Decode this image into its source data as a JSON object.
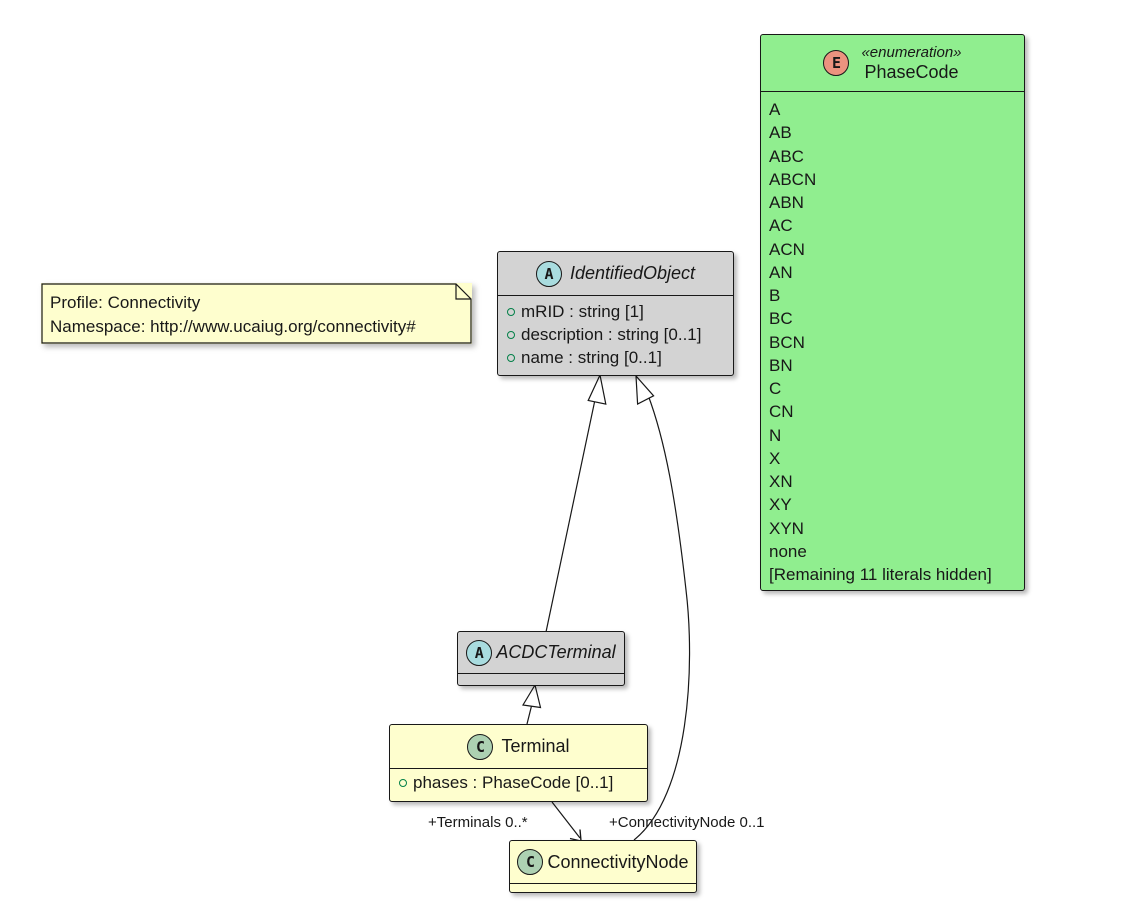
{
  "note": {
    "lines": [
      "Profile: Connectivity",
      "Namespace: http://www.ucaiug.org/connectivity#"
    ]
  },
  "classes": {
    "identified_object": {
      "name": "IdentifiedObject",
      "spot": "A",
      "attributes": [
        "mRID : string [1]",
        "description : string [0..1]",
        "name : string [0..1]"
      ]
    },
    "acdc_terminal": {
      "name": "ACDCTerminal",
      "spot": "A"
    },
    "terminal": {
      "name": "Terminal",
      "spot": "C",
      "attributes": [
        "phases : PhaseCode [0..1]"
      ]
    },
    "connectivity_node": {
      "name": "ConnectivityNode",
      "spot": "C"
    },
    "phase_code": {
      "stereotype": "«enumeration»",
      "name": "PhaseCode",
      "spot": "E",
      "literals": [
        "A",
        "AB",
        "ABC",
        "ABCN",
        "ABN",
        "AC",
        "ACN",
        "AN",
        "B",
        "BC",
        "BCN",
        "BN",
        "C",
        "CN",
        "N",
        "X",
        "XN",
        "XY",
        "XYN",
        "none",
        "[Remaining 11 literals hidden]"
      ]
    }
  },
  "association_labels": {
    "terminals": "+Terminals 0..*",
    "connectivity_node": "+ConnectivityNode 0..1"
  },
  "colors": {
    "class_fill": "#fefece",
    "abstract_fill": "#d3d3d3",
    "enum_fill": "#90ee8f",
    "abstract_spot": "#a9dcdf",
    "class_spot": "#add1b2",
    "enum_spot": "#eb937f",
    "line": "#181818",
    "public_marker": "#038048"
  }
}
